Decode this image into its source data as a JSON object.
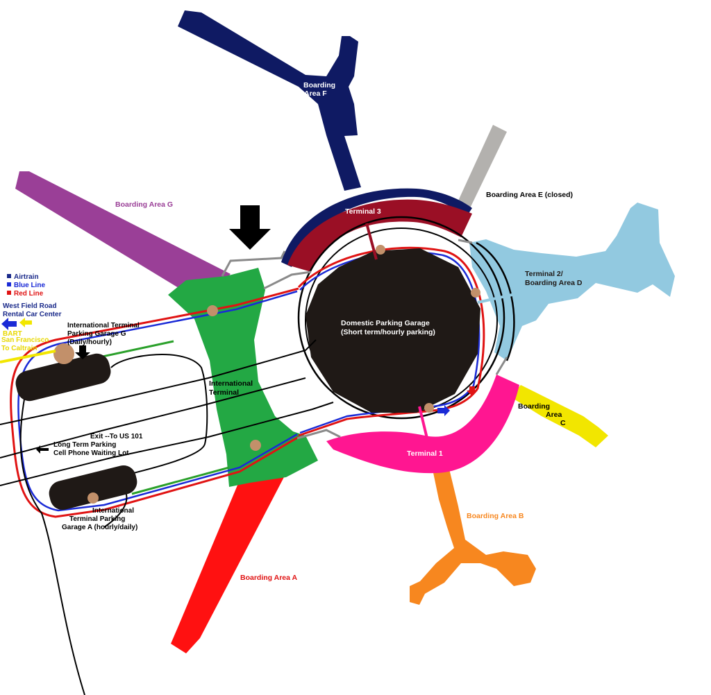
{
  "colors": {
    "boarding_a": "#ff1111",
    "boarding_b": "#f7871f",
    "boarding_c": "#f2e600",
    "boarding_d": "#92c9e0",
    "boarding_e": "#b3b1ae",
    "boarding_f": "#0f1a63",
    "boarding_g": "#9a3f97",
    "terminal_1": "#ff1691",
    "terminal_3": "#9a0f25",
    "international": "#23a844",
    "garage": "#1f1916",
    "airtrain": "#1a2a8a",
    "blue_line": "#1a2ad6",
    "red_line": "#e01313",
    "road": "#000000",
    "walkway": "#8a8a8a",
    "green_line": "#2aa02a",
    "station": "#c2906a",
    "bart": "#f2e600"
  },
  "labels": {
    "boarding_f": [
      "Boarding",
      "Area F"
    ],
    "boarding_e": "Boarding Area E (closed)",
    "boarding_g": "Boarding Area G",
    "terminal_3": "Terminal 3",
    "terminal_2": [
      "Terminal 2/",
      "Boarding Area D"
    ],
    "domestic_garage": [
      "Domestic Parking Garage",
      "(Short term/hourly parking)"
    ],
    "international_terminal": [
      "International",
      "Terminal"
    ],
    "boarding_c": [
      "Boarding",
      "Area",
      "C"
    ],
    "terminal_1": "Terminal 1",
    "boarding_b": "Boarding Area B",
    "boarding_a": "Boarding Area A",
    "garage_g": [
      "International Terminal",
      "Parking Garage G",
      "(Daily/hourly)"
    ],
    "garage_a": [
      "International",
      "Terminal Parking",
      "Garage A (hourly/daily)"
    ],
    "exit": "Exit --To US 101",
    "long_term": [
      "Long Term Parking",
      "Cell Phone Waiting Lot"
    ]
  },
  "legend": {
    "items": [
      {
        "label": "Airtrain",
        "color": "#1a2a8a"
      },
      {
        "label": "Blue Line",
        "color": "#1a2ad6"
      },
      {
        "label": "Red Line",
        "color": "#e01313"
      }
    ],
    "west_field": [
      "West Field Road",
      "Rental Car Center"
    ],
    "bart": [
      "BART",
      "San Francisco",
      "To Caltrain"
    ]
  }
}
